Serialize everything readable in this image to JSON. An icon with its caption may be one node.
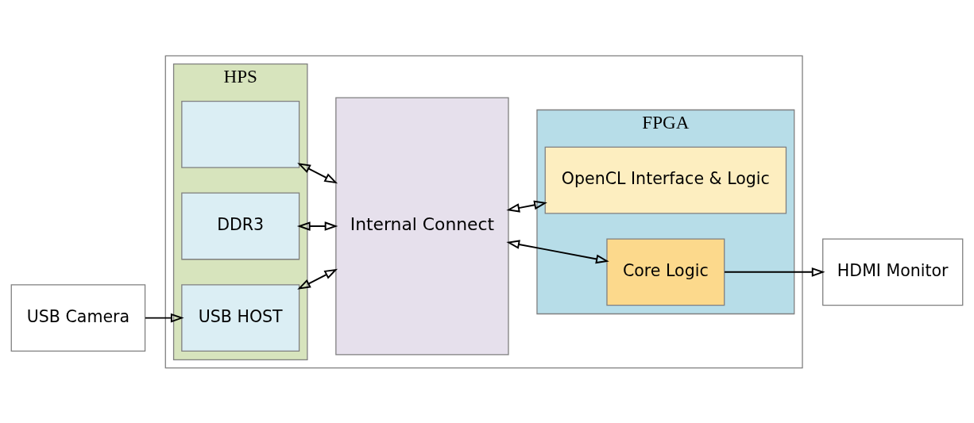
{
  "diagram": {
    "nodes": [
      {
        "text": [],
        "shape": "box"
      },
      {
        "text": [
          "HPS"
        ],
        "in": 0
      },
      {
        "text": [],
        "shape": "box",
        "in": 1
      },
      {
        "text": [
          "DDR3"
        ],
        "in": 1
      },
      {
        "text": [
          "USB HOST"
        ],
        "in": 1
      },
      {
        "text": [
          "Internal Connect"
        ],
        "in": 0
      },
      {
        "text": [
          "FPGA"
        ],
        "in": 0
      },
      {
        "text": [
          "OpenCL Interface & Logic"
        ],
        "in": 6
      },
      {
        "text": [
          "Core Logic"
        ],
        "in": 6
      },
      {
        "text": [
          "USB Camera"
        ]
      },
      {
        "text": [
          "HDMI Monitor"
        ]
      }
    ],
    "edges": [
      {
        "from": 9,
        "to": 4,
        "arrow": "to"
      },
      {
        "from": 2,
        "to": 5,
        "arrow": "both"
      },
      {
        "from": 3,
        "to": 5,
        "arrow": "both"
      },
      {
        "from": 4,
        "to": 5,
        "arrow": "both"
      },
      {
        "from": 5,
        "to": 7,
        "arrow": "both"
      },
      {
        "from": 5,
        "to": 8,
        "arrow": "both"
      },
      {
        "from": 8,
        "to": 10,
        "arrow": "to"
      }
    ]
  }
}
